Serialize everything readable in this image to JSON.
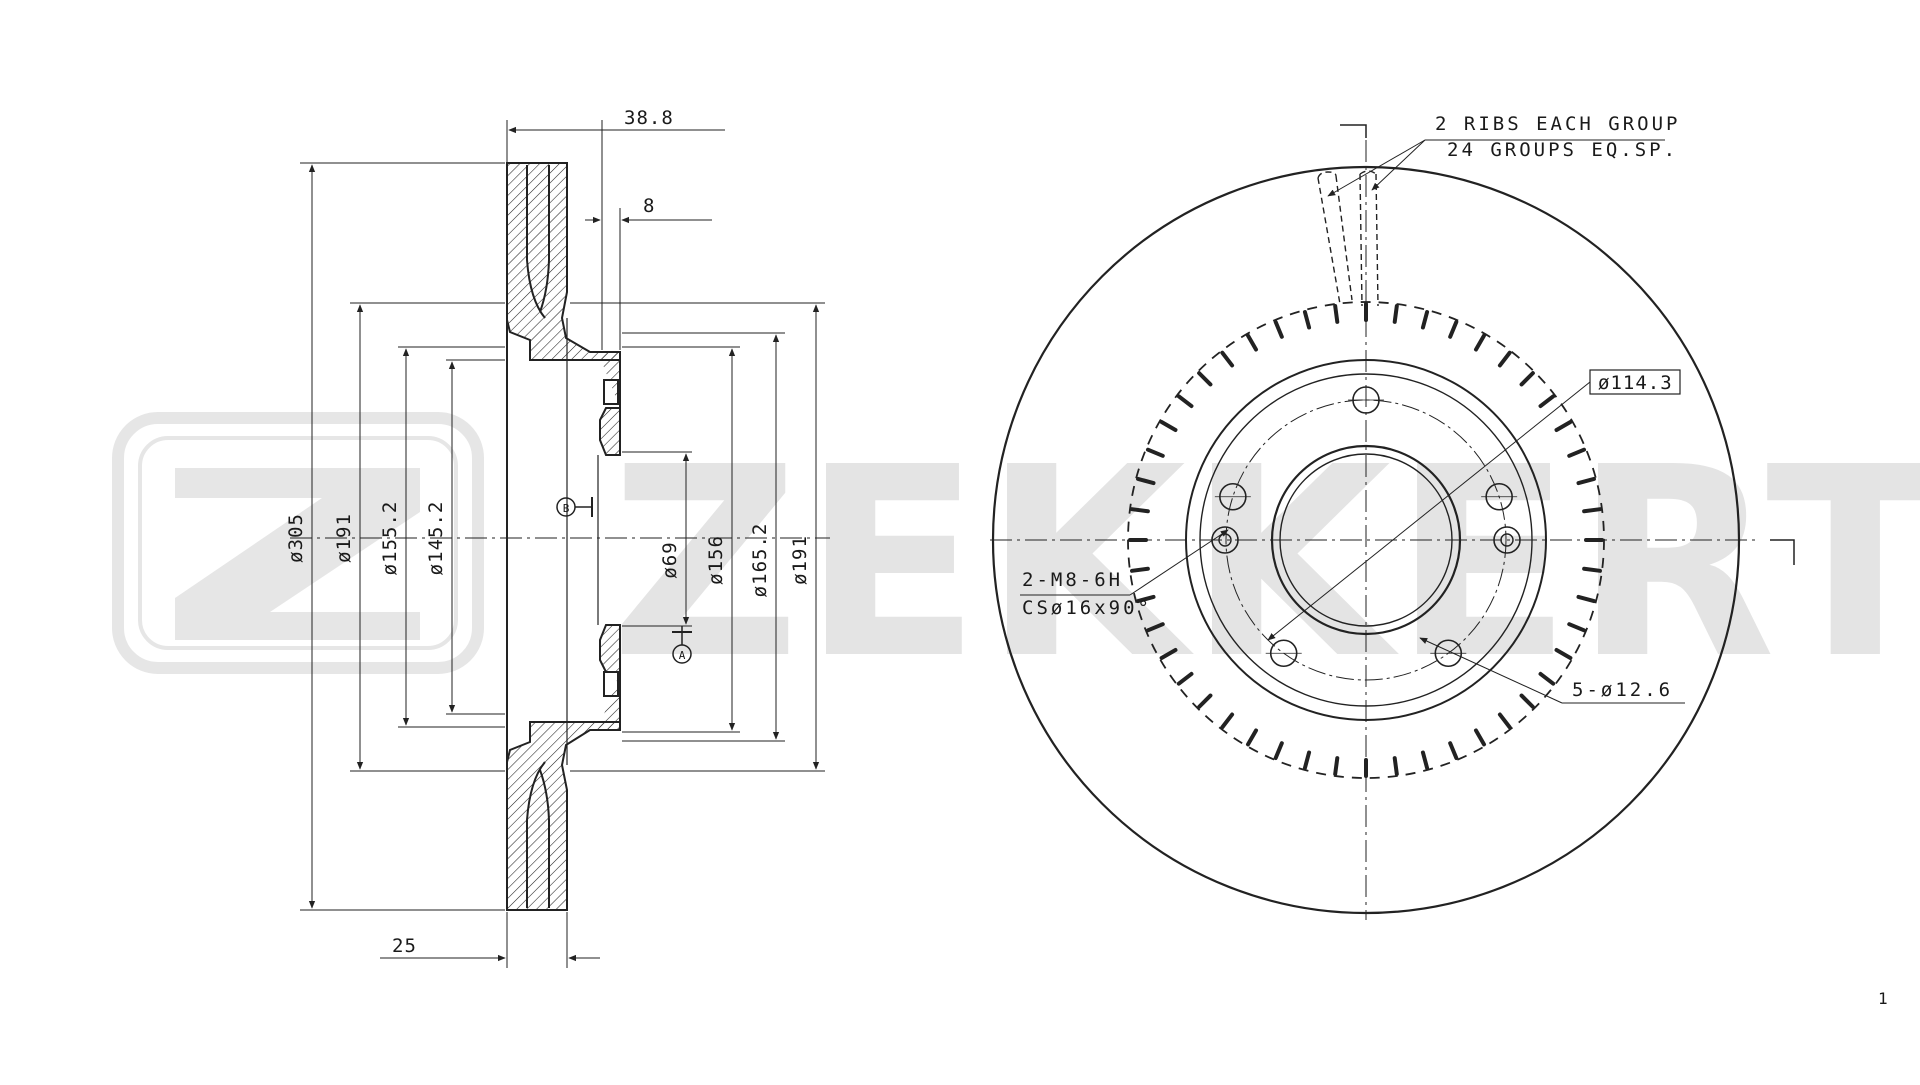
{
  "watermark": {
    "brand": "ZEKKERT"
  },
  "side_view": {
    "top_dims": {
      "offset": "38.8",
      "hat_thickness": "8"
    },
    "bottom_dims": {
      "thickness": "25"
    },
    "diameters": [
      "ø305",
      "ø191",
      "ø155.2",
      "ø145.2",
      "ø69",
      "ø156",
      "ø165.2",
      "ø191"
    ],
    "markers": {
      "b": "B",
      "a": "A"
    }
  },
  "front_view": {
    "ribs_note": {
      "line1": "2 RIBS EACH GROUP",
      "line2": "24 GROUPS EQ.SP."
    },
    "pcd": "ø114.3",
    "thread_note": {
      "line1": "2-M8-6H",
      "line2": "CSø16x90°"
    },
    "bolt_holes": "5-ø12.6",
    "section_mark": "1"
  }
}
